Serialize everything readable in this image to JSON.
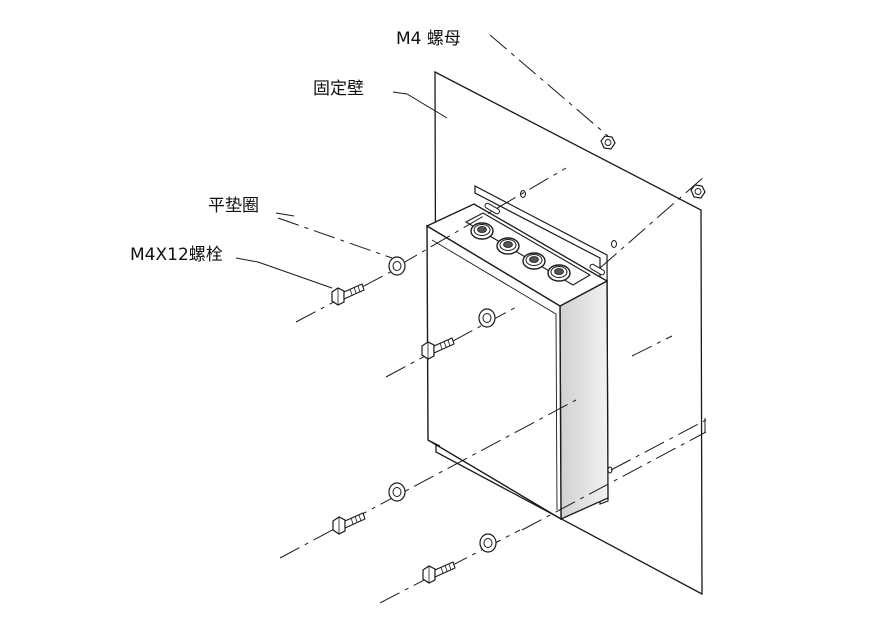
{
  "labels": {
    "m4_nut": "M4 螺母",
    "fixed_wall": "固定壁",
    "flat_washer": "平垫圈",
    "m4x12_bolt": "M4X12螺栓"
  },
  "colors": {
    "line": "#1a1a1a",
    "background": "#ffffff",
    "enclosure_side": "#e8e8e8"
  }
}
